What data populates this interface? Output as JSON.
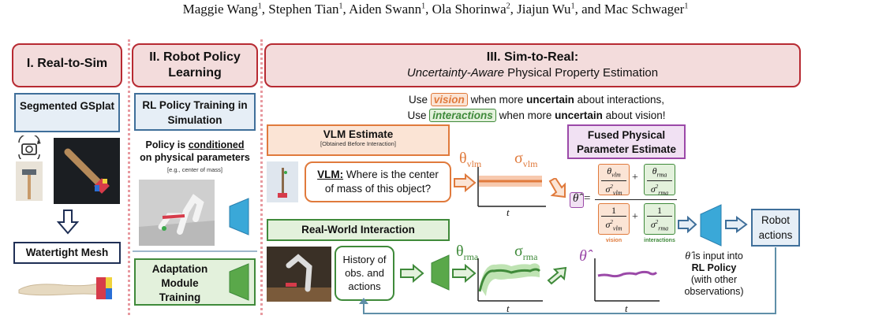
{
  "authors": {
    "n1": "Maggie Wang",
    "s1": "1",
    "n2": "Stephen Tian",
    "s2": "1",
    "n3": "Aiden Swann",
    "s3": "1",
    "n4": "Ola Shorinwa",
    "s4": "2",
    "n5": "Jiajun Wu",
    "s5": "1",
    "and": "and",
    "n6": "Mac Schwager",
    "s6": "1"
  },
  "sections": {
    "s1": "I. Real-to-Sim",
    "s2": "II. Robot Policy Learning",
    "s3_title": "III. Sim-to-Real:",
    "s3_sub_em": "Uncertainty-Aware",
    "s3_sub_rest": " Physical Property Estimation"
  },
  "col1": {
    "gsplat": "Segmented GSplat",
    "mesh": "Watertight Mesh"
  },
  "col2": {
    "rl_training": "RL Policy Training in Simulation",
    "cond_prefix": "Policy is ",
    "cond_word": "conditioned",
    "cond_suffix": "on physical parameters",
    "cond_note": "[e.g., center of mass]",
    "adaptation": "Adaptation Module Training"
  },
  "col3": {
    "use": "Use",
    "vision": "vision",
    "line1_mid": "when more",
    "uncertain": "uncertain",
    "line1_end": "about interactions,",
    "interactions": "interactions",
    "line2_end": "about vision!",
    "vlm_estimate": "VLM Estimate",
    "vlm_note": "[Obtained Before Interaction]",
    "vlm_label": "VLM:",
    "vlm_question": " Where is the center of mass of this object?",
    "theta_vlm": "θ",
    "sub_vlm": "vlm",
    "sigma_vlm": "σ",
    "fused_title": "Fused Physical Parameter Estimate",
    "theta_hat": "θ̂",
    "theta_hat_sym": "θ̂",
    "eq": "=",
    "plus": "+",
    "one": "1",
    "sub_rma": "rma",
    "sq": "2",
    "tag_vision": "vision",
    "tag_interactions": "interactions",
    "real_world": "Real-World Interaction",
    "history": "History of obs. and actions",
    "theta_rma": "θ",
    "sigma_rma": "σ",
    "t": "t",
    "robot_actions": "Robot actions",
    "input_suffix": " is input into",
    "rl_policy": "RL Policy",
    "other_obs": "(with other observations)"
  },
  "colors": {
    "red": "#b72a32",
    "blue": "#3f6f9a",
    "navy": "#1f2f55",
    "green": "#3f8a3a",
    "orange": "#e07a3c",
    "purple": "#9b49a8",
    "cyan": "#3aa8d8"
  }
}
